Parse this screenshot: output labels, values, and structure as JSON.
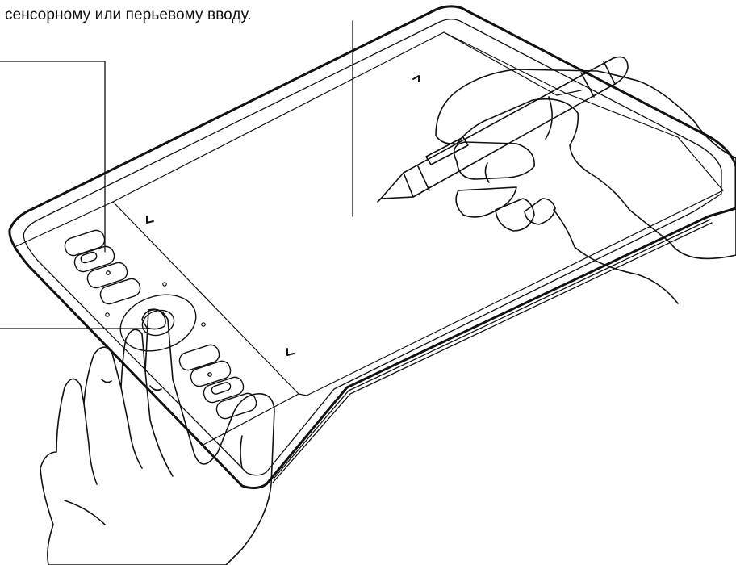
{
  "caption": "сенсорному или перьевому вводу.",
  "colors": {
    "ink": "#111111",
    "background": "#ffffff",
    "highlight": "#e6e6e6"
  },
  "illustration": {
    "subject": "pen-tablet",
    "parts": [
      "tablet-body",
      "active-area",
      "express-keys",
      "touch-ring",
      "pen",
      "right-hand",
      "left-hand"
    ]
  }
}
